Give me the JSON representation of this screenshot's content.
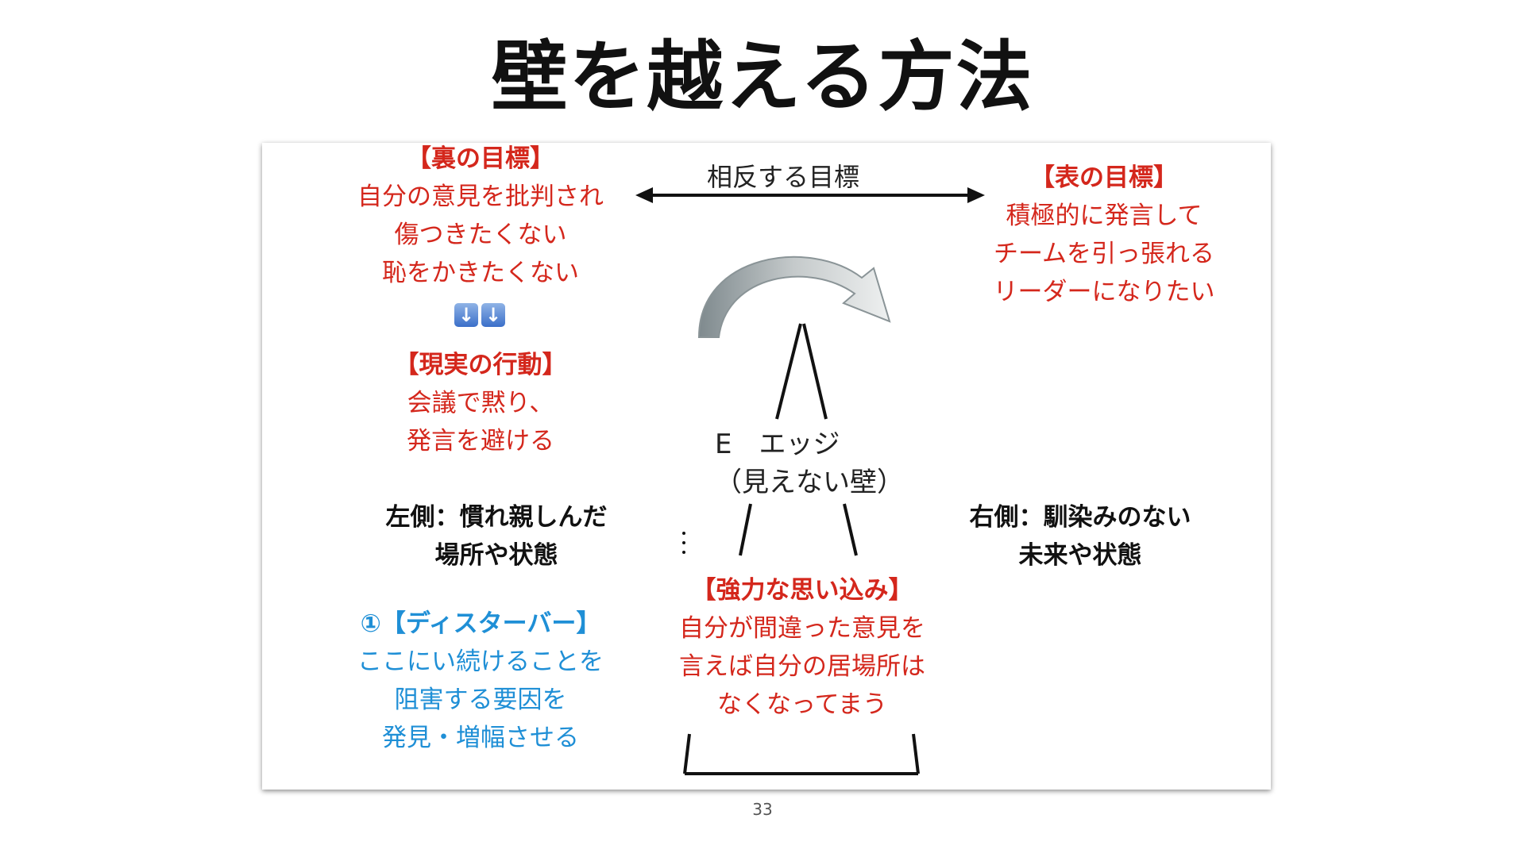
{
  "title": "壁を越える方法",
  "page_number": "33",
  "diagram": {
    "top_arrow_label": "相反する目標",
    "edge_label_line1": "E　エッジ",
    "edge_label_line2": "（見えない壁）"
  },
  "hidden_goal": {
    "heading": "【裏の目標】",
    "lines": [
      "自分の意見を批判され",
      "傷つきたくない",
      "恥をかきたくない"
    ]
  },
  "down_arrows_icon": "down-arrows-emoji",
  "actual_action": {
    "heading": "【現実の行動】",
    "lines": [
      "会議で黙り、",
      "発言を避ける"
    ]
  },
  "stated_goal": {
    "heading": "【表の目標】",
    "lines": [
      "積極的に発言して",
      "チームを引っ張れる",
      "リーダーになりたい"
    ]
  },
  "left_side": {
    "lines": [
      "左側：慣れ親しんだ",
      "場所や状態"
    ]
  },
  "right_side": {
    "lines": [
      "右側：馴染みのない",
      "未来や状態"
    ]
  },
  "disturber": {
    "heading": "①【ディスターバー】",
    "lines": [
      "ここにい続けることを",
      "阻害する要因を",
      "発見・増幅させる"
    ]
  },
  "strong_belief": {
    "heading": "【強力な思い込み】",
    "lines": [
      "自分が間違った意見を",
      "言えば自分の居場所は",
      "なくなってまう"
    ]
  },
  "colors": {
    "red": "#d4271c",
    "blue": "#1f8fd6",
    "black": "#111111",
    "arrow_gray": "#9aa3a6"
  }
}
